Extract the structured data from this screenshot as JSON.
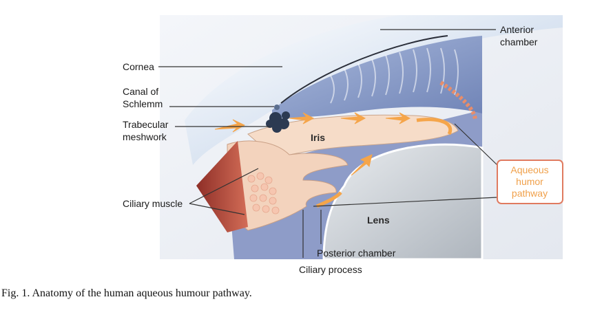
{
  "labels": {
    "anterior_chamber_1": "Anterior",
    "anterior_chamber_2": "chamber",
    "cornea": "Cornea",
    "canal_1": "Canal of",
    "canal_2": "Schlemm",
    "trabecular_1": "Trabecular",
    "trabecular_2": "meshwork",
    "iris": "Iris",
    "ciliary_muscle": "Ciliary muscle",
    "lens": "Lens",
    "posterior_chamber": "Posterior chamber",
    "ciliary_process": "Ciliary process",
    "aqueous_1": "Aqueous",
    "aqueous_2": "humor",
    "aqueous_3": "pathway"
  },
  "caption": "Fig. 1. Anatomy of the human aqueous humour pathway.",
  "colors": {
    "aqueous_box": "#e07a5f",
    "arrow_orange": "#f5a54a",
    "cornea_blue": "#c8d8ee",
    "lens_grey": "#d8dde2",
    "tissue_pink": "#f6dcc8",
    "muscle_red": "#b5433a"
  }
}
